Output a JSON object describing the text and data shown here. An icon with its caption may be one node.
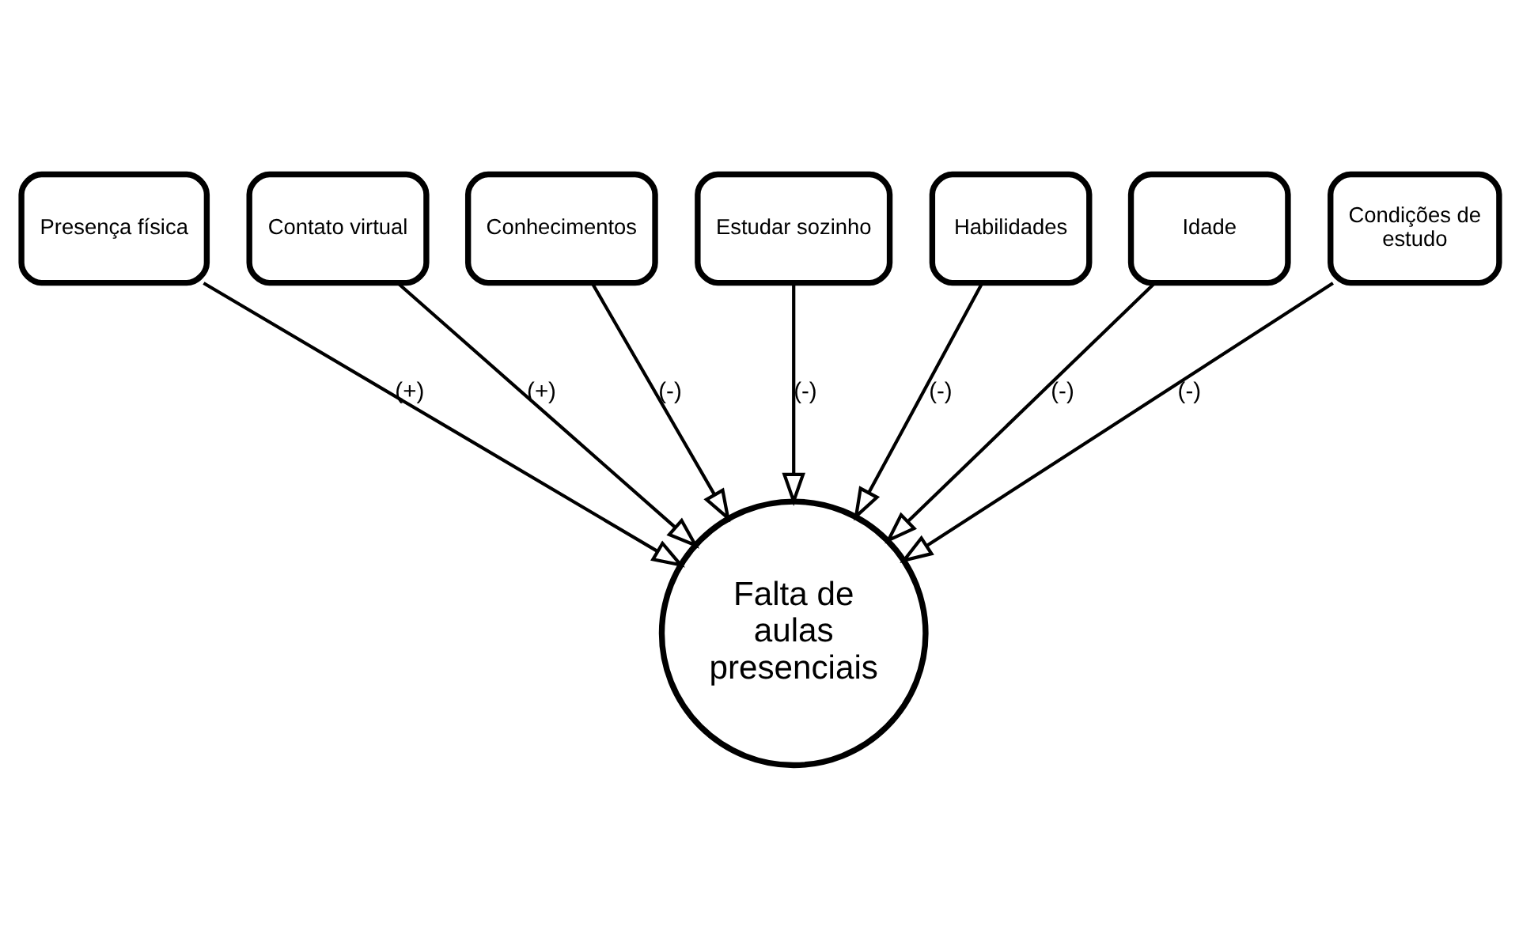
{
  "diagram": {
    "nodes": [
      {
        "text": [
          "Presença física"
        ]
      },
      {
        "text": [
          "Contato virtual"
        ]
      },
      {
        "text": [
          "Conhecimentos"
        ]
      },
      {
        "text": [
          "Estudar sozinho"
        ]
      },
      {
        "text": [
          "Habilidades"
        ]
      },
      {
        "text": [
          "Idade"
        ]
      },
      {
        "text": [
          "Condições de estudo"
        ]
      },
      {
        "text": [
          "Falta de aulas presenciais"
        ]
      }
    ],
    "edges": [
      {
        "from": 0,
        "to": 7,
        "arrow": "to",
        "label": "(+)"
      },
      {
        "from": 1,
        "to": 7,
        "arrow": "to",
        "label": "(+)"
      },
      {
        "from": 2,
        "to": 7,
        "arrow": "to",
        "label": "(-)"
      },
      {
        "from": 3,
        "to": 7,
        "arrow": "to",
        "label": "(-)"
      },
      {
        "from": 4,
        "to": 7,
        "arrow": "to",
        "label": "(-)"
      },
      {
        "from": 5,
        "to": 7,
        "arrow": "to",
        "label": "(-)"
      },
      {
        "from": 6,
        "to": 7,
        "arrow": "to",
        "label": "(-)"
      }
    ]
  }
}
